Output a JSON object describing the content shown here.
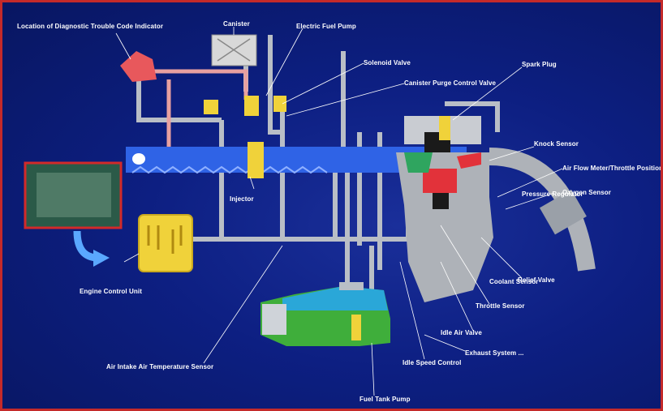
{
  "labels": {
    "dtc_indicator": "Location of Diagnostic Trouble Code Indicator",
    "canister": "Canister",
    "electric_fuel_pump": "Electric Fuel Pump",
    "solenoid_valve": "Solenoid Valve",
    "purge_control_valve": "Canister Purge Control Valve",
    "spark_plug": "Spark Plug",
    "injector": "Injector",
    "knock_sensor": "Knock Sensor",
    "airflow_meter": "Air Flow Meter/Throttle Position Sensor",
    "pressure_regulator": "Pressure Regulator",
    "relief_valve": "Relief Valve",
    "ecu": "Engine Control Unit",
    "air_temp_sensor": "Air Intake Air Temperature Sensor",
    "fuel_tank_pump": "Fuel Tank Pump",
    "idle_speed_control": "Idle Speed Control",
    "idle_air_valve": "Idle Air Valve",
    "throttle_sensor": "Throttle Sensor",
    "coolant_sensor": "Coolant Sensor",
    "oxygen_sensor": "Oxygen Sensor",
    "exhaust_note": "Exhaust System ..."
  },
  "colors": {
    "background": "#0d1f82",
    "frame": "#c42a2a",
    "fuel_rail": "#2f63e6",
    "ecu_yellow": "#f0d23a",
    "tank_green": "#3fae3b",
    "tank_blue": "#2aa7d8",
    "pipe_gray": "#b9bec6",
    "pipe_pink": "#e8a0a0",
    "engine_gray": "#aeb2b8",
    "accent_red": "#e2323a",
    "accent_green": "#2fa55f"
  },
  "icons": {
    "arrow": "curved-arrow-icon",
    "ecu_photo": "ecu-photo-icon"
  }
}
